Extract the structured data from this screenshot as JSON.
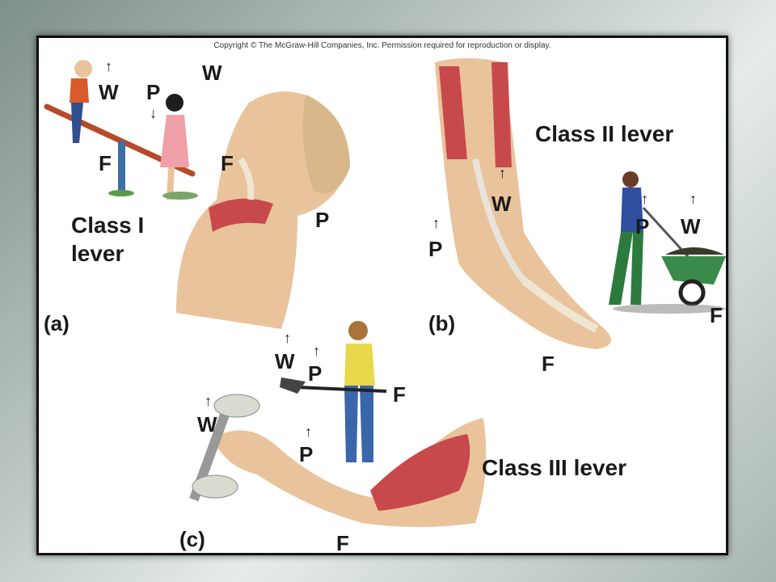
{
  "copyright": "Copyright © The McGraw-Hill Companies, Inc. Permission required for reproduction or display.",
  "panel_a": {
    "title_line1": "Class I",
    "title_line2": "lever",
    "panel_label": "(a)",
    "seesaw": {
      "w": "W",
      "p": "P",
      "f": "F"
    },
    "head": {
      "w": "W",
      "f": "F",
      "p": "P"
    }
  },
  "panel_b": {
    "title": "Class II lever",
    "panel_label": "(b)",
    "foot": {
      "w": "W",
      "p": "P",
      "f": "F"
    },
    "wheelbarrow": {
      "p": "P",
      "w": "W",
      "f": "F"
    }
  },
  "panel_c": {
    "title": "Class III lever",
    "panel_label": "(c)",
    "shovel": {
      "w": "W",
      "p": "P",
      "f": "F"
    },
    "arm": {
      "w": "W",
      "p": "P",
      "f": "F"
    }
  },
  "colors": {
    "skin": "#e9c39b",
    "muscle": "#c8494c",
    "tendon": "#e8e4dc",
    "bone": "#efe6d2"
  },
  "icons": {
    "up": "↑",
    "down": "↓"
  }
}
